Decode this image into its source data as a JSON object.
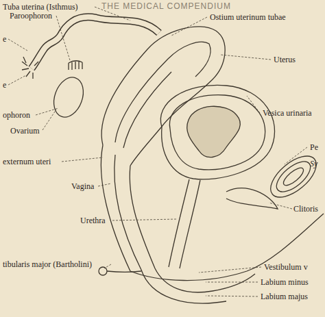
{
  "diagram": {
    "labels": [
      "Tuba uterina (Isthmus)",
      "THE MEDICAL COMPENDIUM",
      "Paroophoron",
      "Ostium uterinum tubae",
      "e",
      "Uterus",
      "e",
      "Vesica urinaria",
      "ophoron",
      "Ovarium",
      "Pe",
      "externum uteri",
      "Sy",
      "Vagina",
      "Clitoris",
      "Urethra",
      "tibularis major (Bartholini)",
      "Vestibulum v",
      "Labium minus",
      "Labium majus"
    ]
  }
}
